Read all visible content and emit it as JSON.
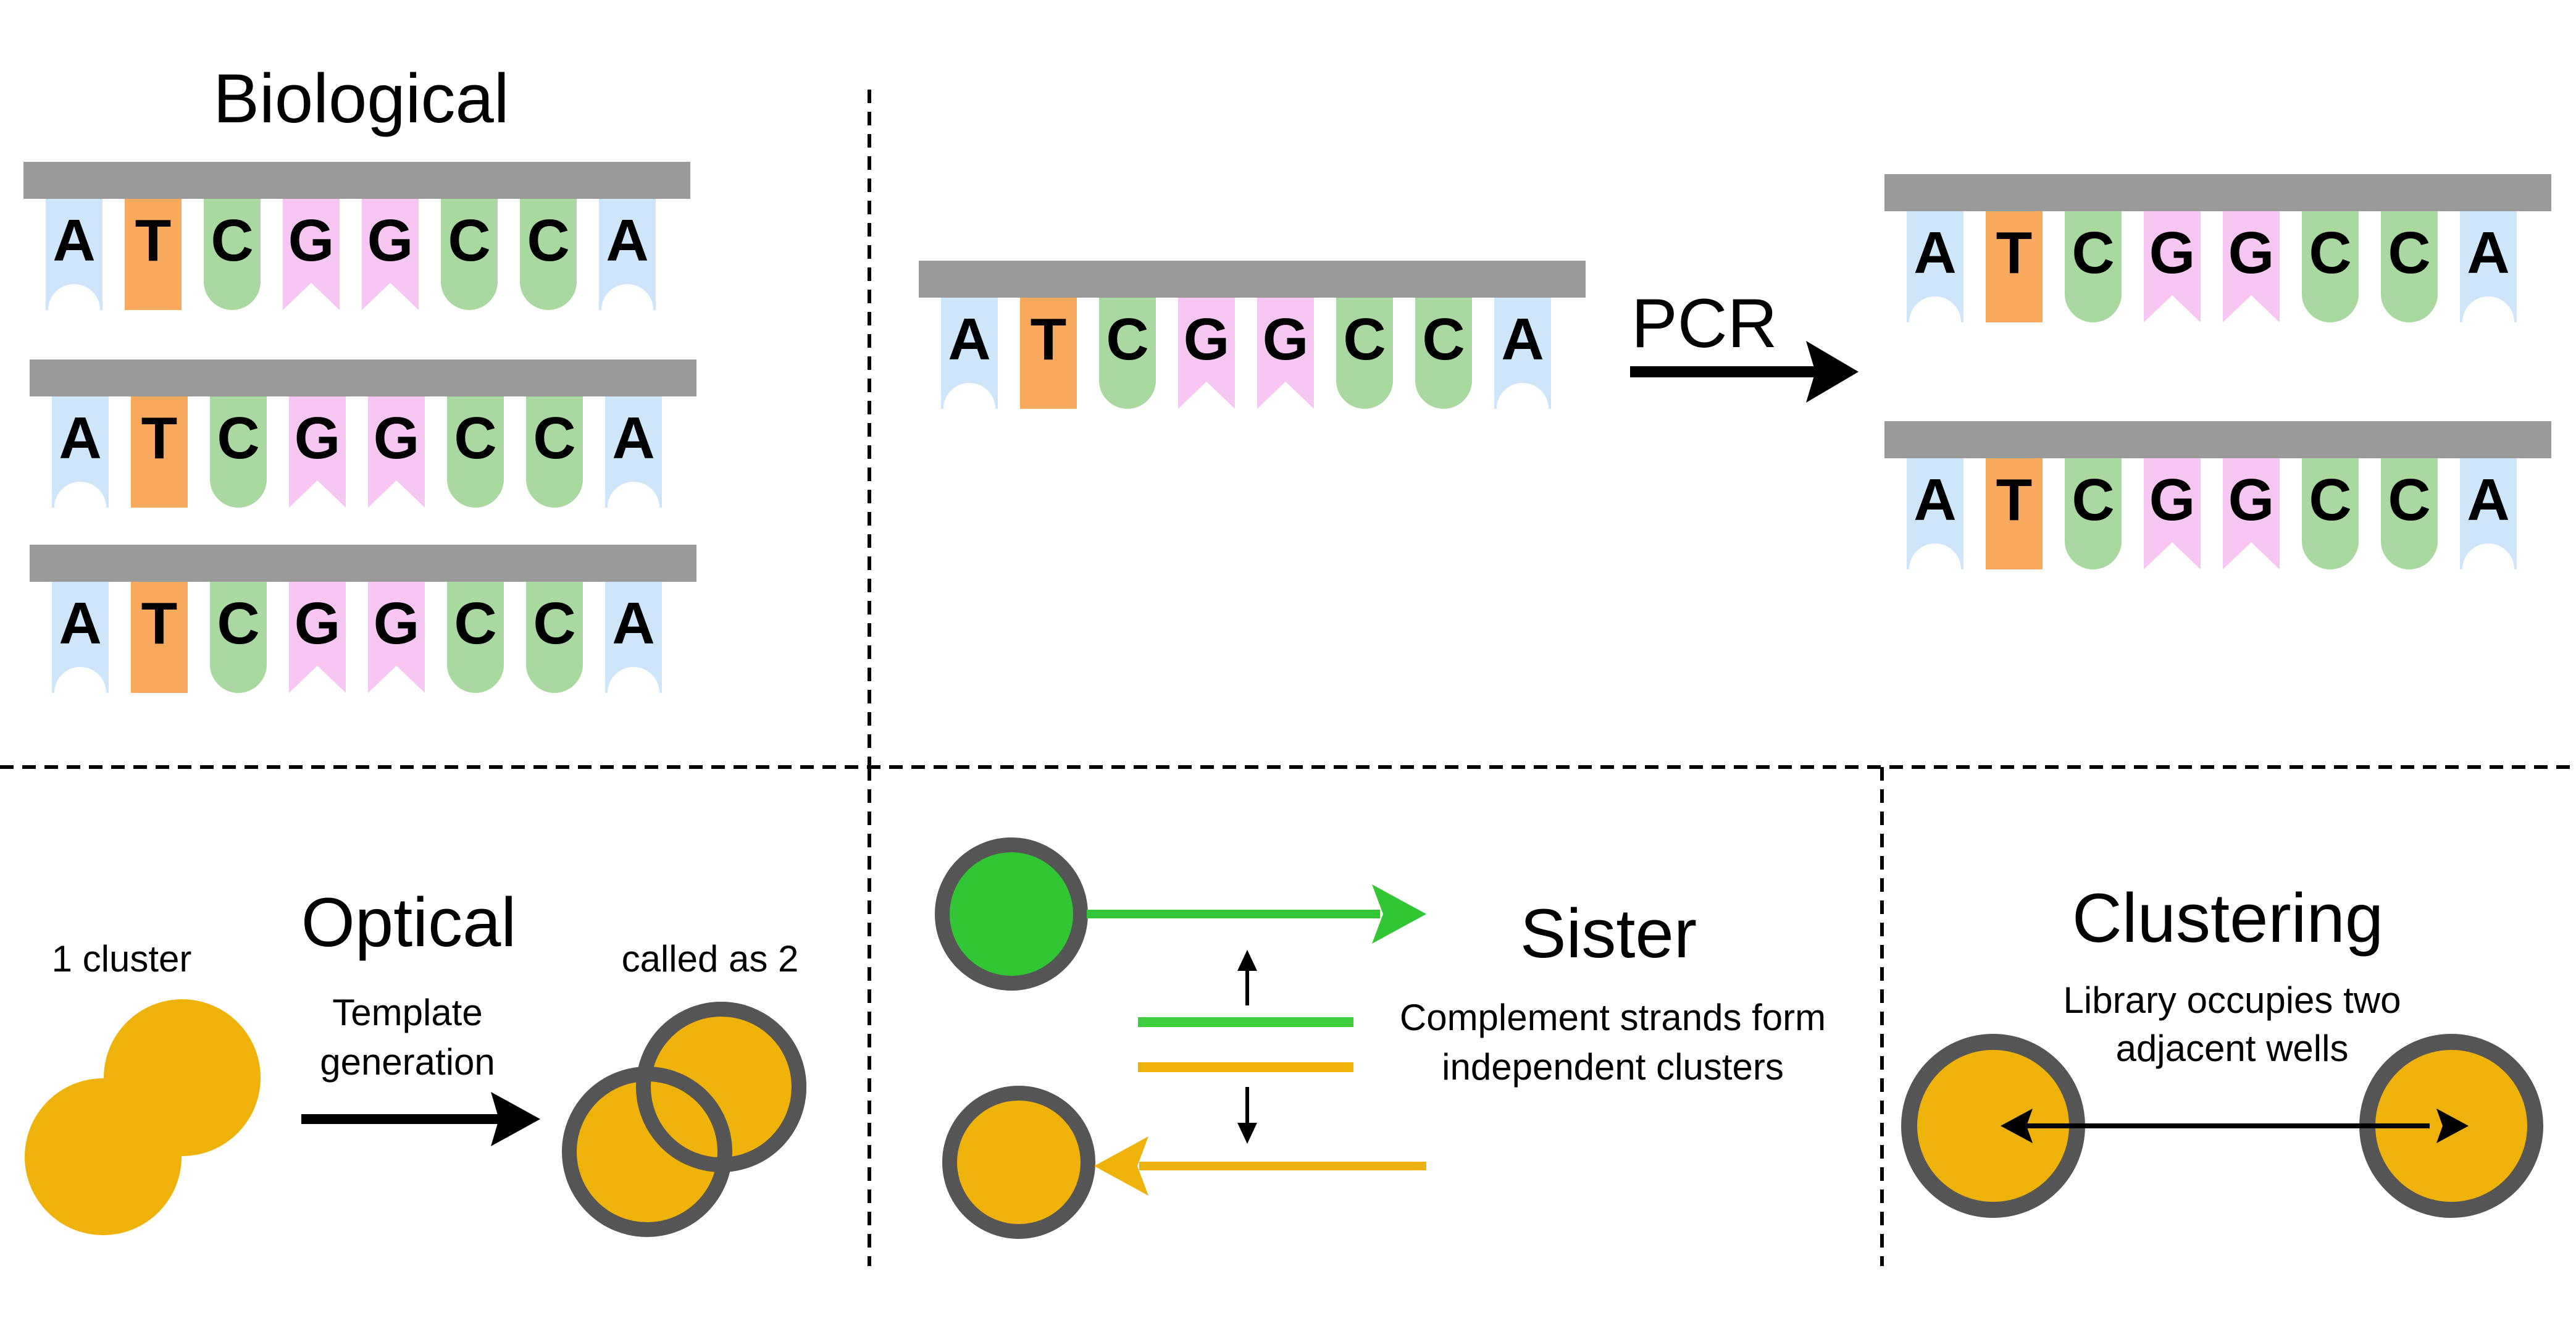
{
  "sections": {
    "biological": {
      "title": "Biological"
    },
    "pcr": {
      "label": "PCR"
    },
    "optical": {
      "title": "Optical",
      "left_caption": "1 cluster",
      "arrow_caption": [
        "Template",
        "generation"
      ],
      "right_caption": "called as 2"
    },
    "sister": {
      "title": "Sister",
      "caption": [
        "Complement strands form",
        "independent clusters"
      ]
    },
    "clustering": {
      "title": "Clustering",
      "caption": [
        "Library occupies two",
        "adjacent wells"
      ]
    }
  },
  "sequence": [
    "A",
    "T",
    "C",
    "G",
    "G",
    "C",
    "C",
    "A"
  ],
  "base_colors": {
    "A": "#cfe6fa",
    "T": "#f9a95d",
    "C": "#a9d8a0",
    "G": "#f7c6f2"
  },
  "colors": {
    "bar": "#9a9a9a",
    "cluster_fill": "#efb20a",
    "ring": "#555555",
    "green": "#33c634",
    "green_strand": "#3dcc3d"
  }
}
